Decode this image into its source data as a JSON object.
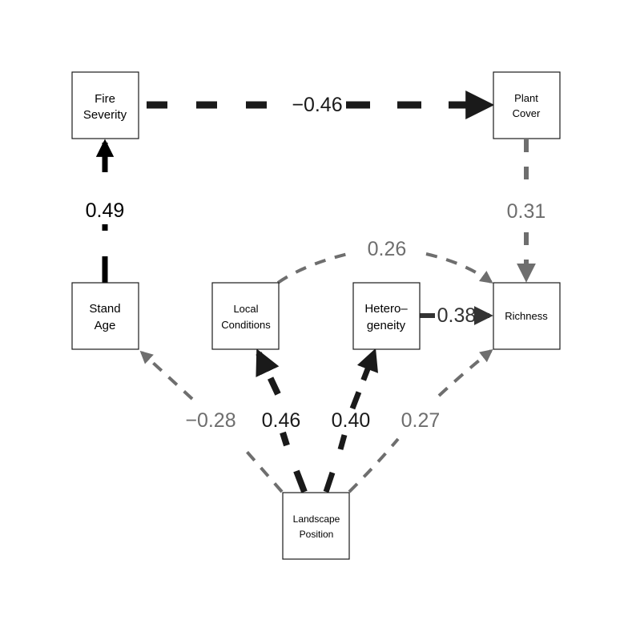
{
  "nodes": {
    "fire_severity": {
      "lines": [
        "Fire",
        "Severity"
      ]
    },
    "plant_cover": {
      "lines": [
        "Plant",
        "Cover"
      ]
    },
    "stand_age": {
      "lines": [
        "Stand",
        "Age"
      ]
    },
    "local_conditions": {
      "lines": [
        "Local",
        "Conditions"
      ]
    },
    "heterogeneity": {
      "lines": [
        "Hetero–",
        "geneity"
      ]
    },
    "richness": {
      "lines": [
        "Richness"
      ]
    },
    "landscape_position": {
      "lines": [
        "Landscape",
        "Position"
      ]
    }
  },
  "edges": {
    "fire_to_plant": {
      "label": "−0.46",
      "color": "#1a1a1a",
      "style": "dashed"
    },
    "stand_to_fire": {
      "label": "0.49",
      "color": "#000000",
      "style": "solid"
    },
    "plant_to_richness": {
      "label": "0.31",
      "color": "#6e6e6e",
      "style": "dashed"
    },
    "local_to_richness": {
      "label": "0.26",
      "color": "#6e6e6e",
      "style": "dashed"
    },
    "hetero_to_richness": {
      "label": "0.38",
      "color": "#333333",
      "style": "solid"
    },
    "landscape_to_stand": {
      "label": "−0.28",
      "color": "#6e6e6e",
      "style": "dashed"
    },
    "landscape_to_local": {
      "label": "0.46",
      "color": "#1a1a1a",
      "style": "dashed"
    },
    "landscape_to_hetero": {
      "label": "0.40",
      "color": "#1a1a1a",
      "style": "dashed"
    },
    "landscape_to_richness": {
      "label": "0.27",
      "color": "#6e6e6e",
      "style": "dashed"
    }
  }
}
